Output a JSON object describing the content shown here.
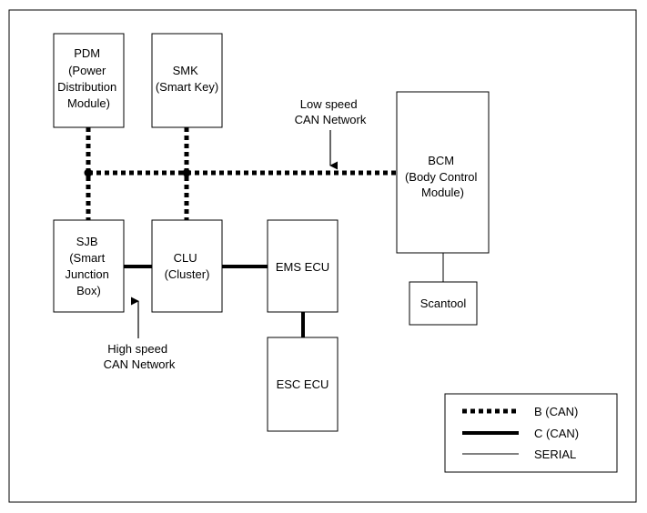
{
  "nodes": {
    "pdm": {
      "lines": [
        "PDM",
        "(Power",
        "Distribution",
        "Module)"
      ]
    },
    "smk": {
      "lines": [
        "SMK",
        "(Smart Key)"
      ]
    },
    "bcm": {
      "lines": [
        "BCM",
        "(Body Control",
        "Module)"
      ]
    },
    "sjb": {
      "lines": [
        "SJB",
        "(Smart",
        "Junction",
        "Box)"
      ]
    },
    "clu": {
      "lines": [
        "CLU",
        "(Cluster)"
      ]
    },
    "ems": {
      "lines": [
        "EMS ECU"
      ]
    },
    "esc": {
      "lines": [
        "ESC ECU"
      ]
    },
    "scantool": {
      "lines": [
        "Scantool"
      ]
    }
  },
  "annotations": {
    "low_speed": [
      "Low speed",
      "CAN Network"
    ],
    "high_speed": [
      "High speed",
      "CAN Network"
    ]
  },
  "legend": {
    "b_can": "B (CAN)",
    "c_can": "C (CAN)",
    "serial": "SERIAL"
  }
}
